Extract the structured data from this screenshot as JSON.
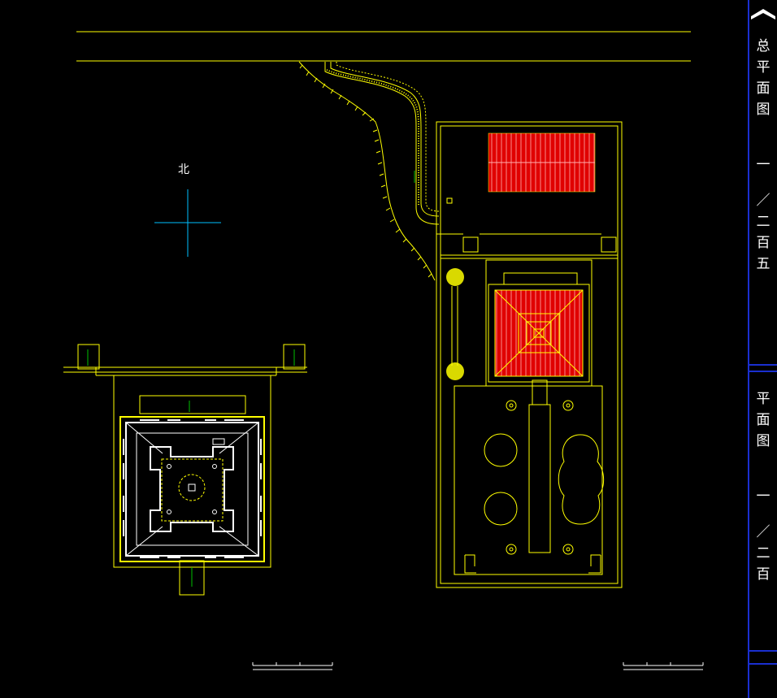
{
  "north_label": "北",
  "side_panel": {
    "title_top": [
      "总",
      "平",
      "面",
      "图",
      "一",
      "／",
      "二",
      "百",
      "五"
    ],
    "title_bottom": [
      "平",
      "面",
      "图",
      "一",
      "／",
      "二",
      "百"
    ]
  },
  "colors": {
    "background": "#000000",
    "line": "#ffff00",
    "roof": "#ff0000",
    "axis": "#00bfff",
    "green": "#00c000",
    "panel_border": "#1a2fd0"
  }
}
